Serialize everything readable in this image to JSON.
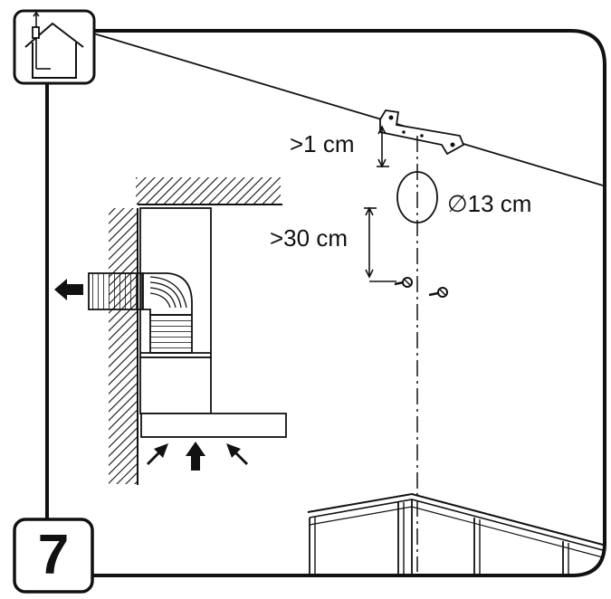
{
  "step": {
    "number": "7"
  },
  "labels": {
    "bracket_gap": ">1 cm",
    "outlet_diameter": "∅13 cm",
    "screw_distance": ">30 cm"
  },
  "colors": {
    "ink": "#111111",
    "paper": "#ffffff"
  },
  "icons": {
    "badge": "house-duct-icon"
  }
}
